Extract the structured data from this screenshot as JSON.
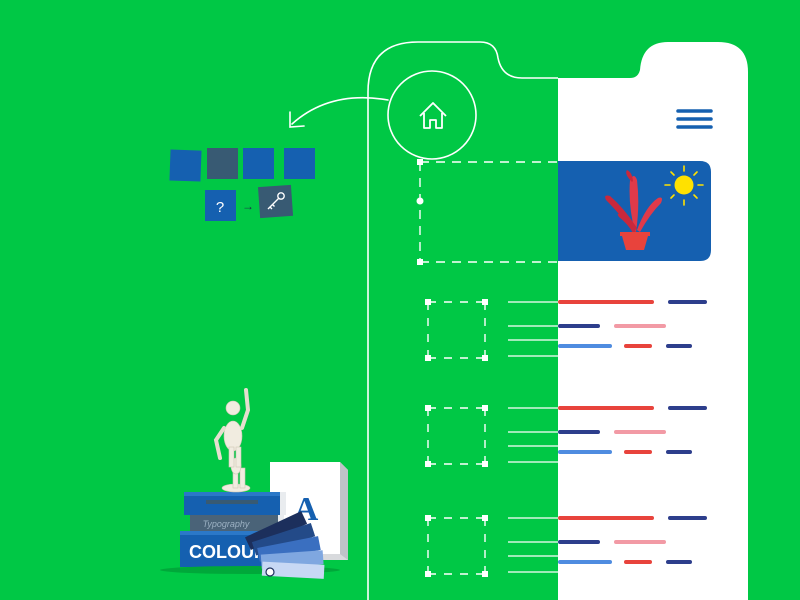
{
  "colors": {
    "background": "#00c845",
    "phone_screen": "#ffffff",
    "hero_card": "#1560b0",
    "menu_icon": "#1560b0",
    "line_red": "#e8433c",
    "line_navy": "#2d3e8c",
    "line_pink": "#f29aa5",
    "line_blue": "#4f8ce0",
    "outline": "#ffffff"
  },
  "icons": {
    "home": "home-icon",
    "menu": "hamburger-menu-icon",
    "help": "question-icon",
    "key": "key-icon",
    "plant": "potted-plant-illustration",
    "sun": "sun-illustration"
  },
  "books": {
    "top_spine": "Typography",
    "bottom_spine": "COLOUR"
  },
  "type_specimen": {
    "letter": "A"
  },
  "tiles": {
    "help_glyph": "?",
    "arrow_glyph": "→"
  }
}
